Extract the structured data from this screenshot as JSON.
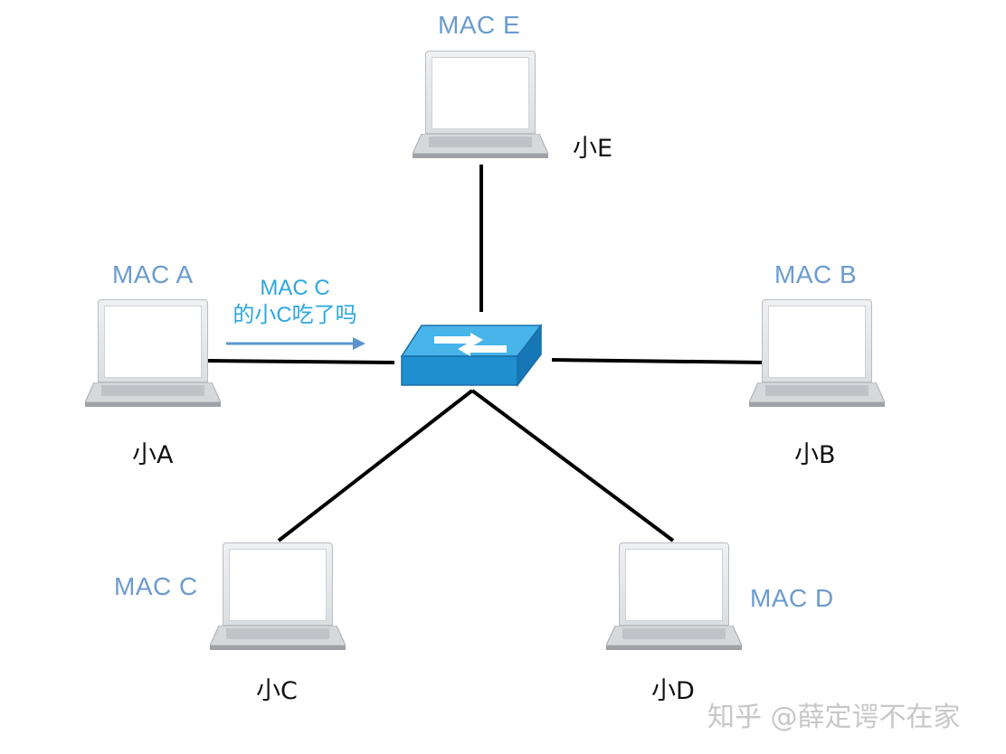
{
  "nodes": {
    "e": {
      "mac": "MAC E",
      "name": "小E"
    },
    "a": {
      "mac": "MAC A",
      "name": "小A"
    },
    "b": {
      "mac": "MAC B",
      "name": "小B"
    },
    "c": {
      "mac": "MAC C",
      "name": "小C"
    },
    "d": {
      "mac": "MAC D",
      "name": "小D"
    }
  },
  "message": {
    "line1": "MAC C",
    "line2": "的小C吃了吗"
  },
  "colors": {
    "mac_label": "#6b9bd0",
    "message": "#2aa7df",
    "link": "#000000",
    "switch": "#2b9ad8"
  },
  "watermark": "知乎 @薛定谔不在家",
  "icons": [
    "laptop-icon",
    "switch-icon",
    "arrow-right-icon"
  ]
}
